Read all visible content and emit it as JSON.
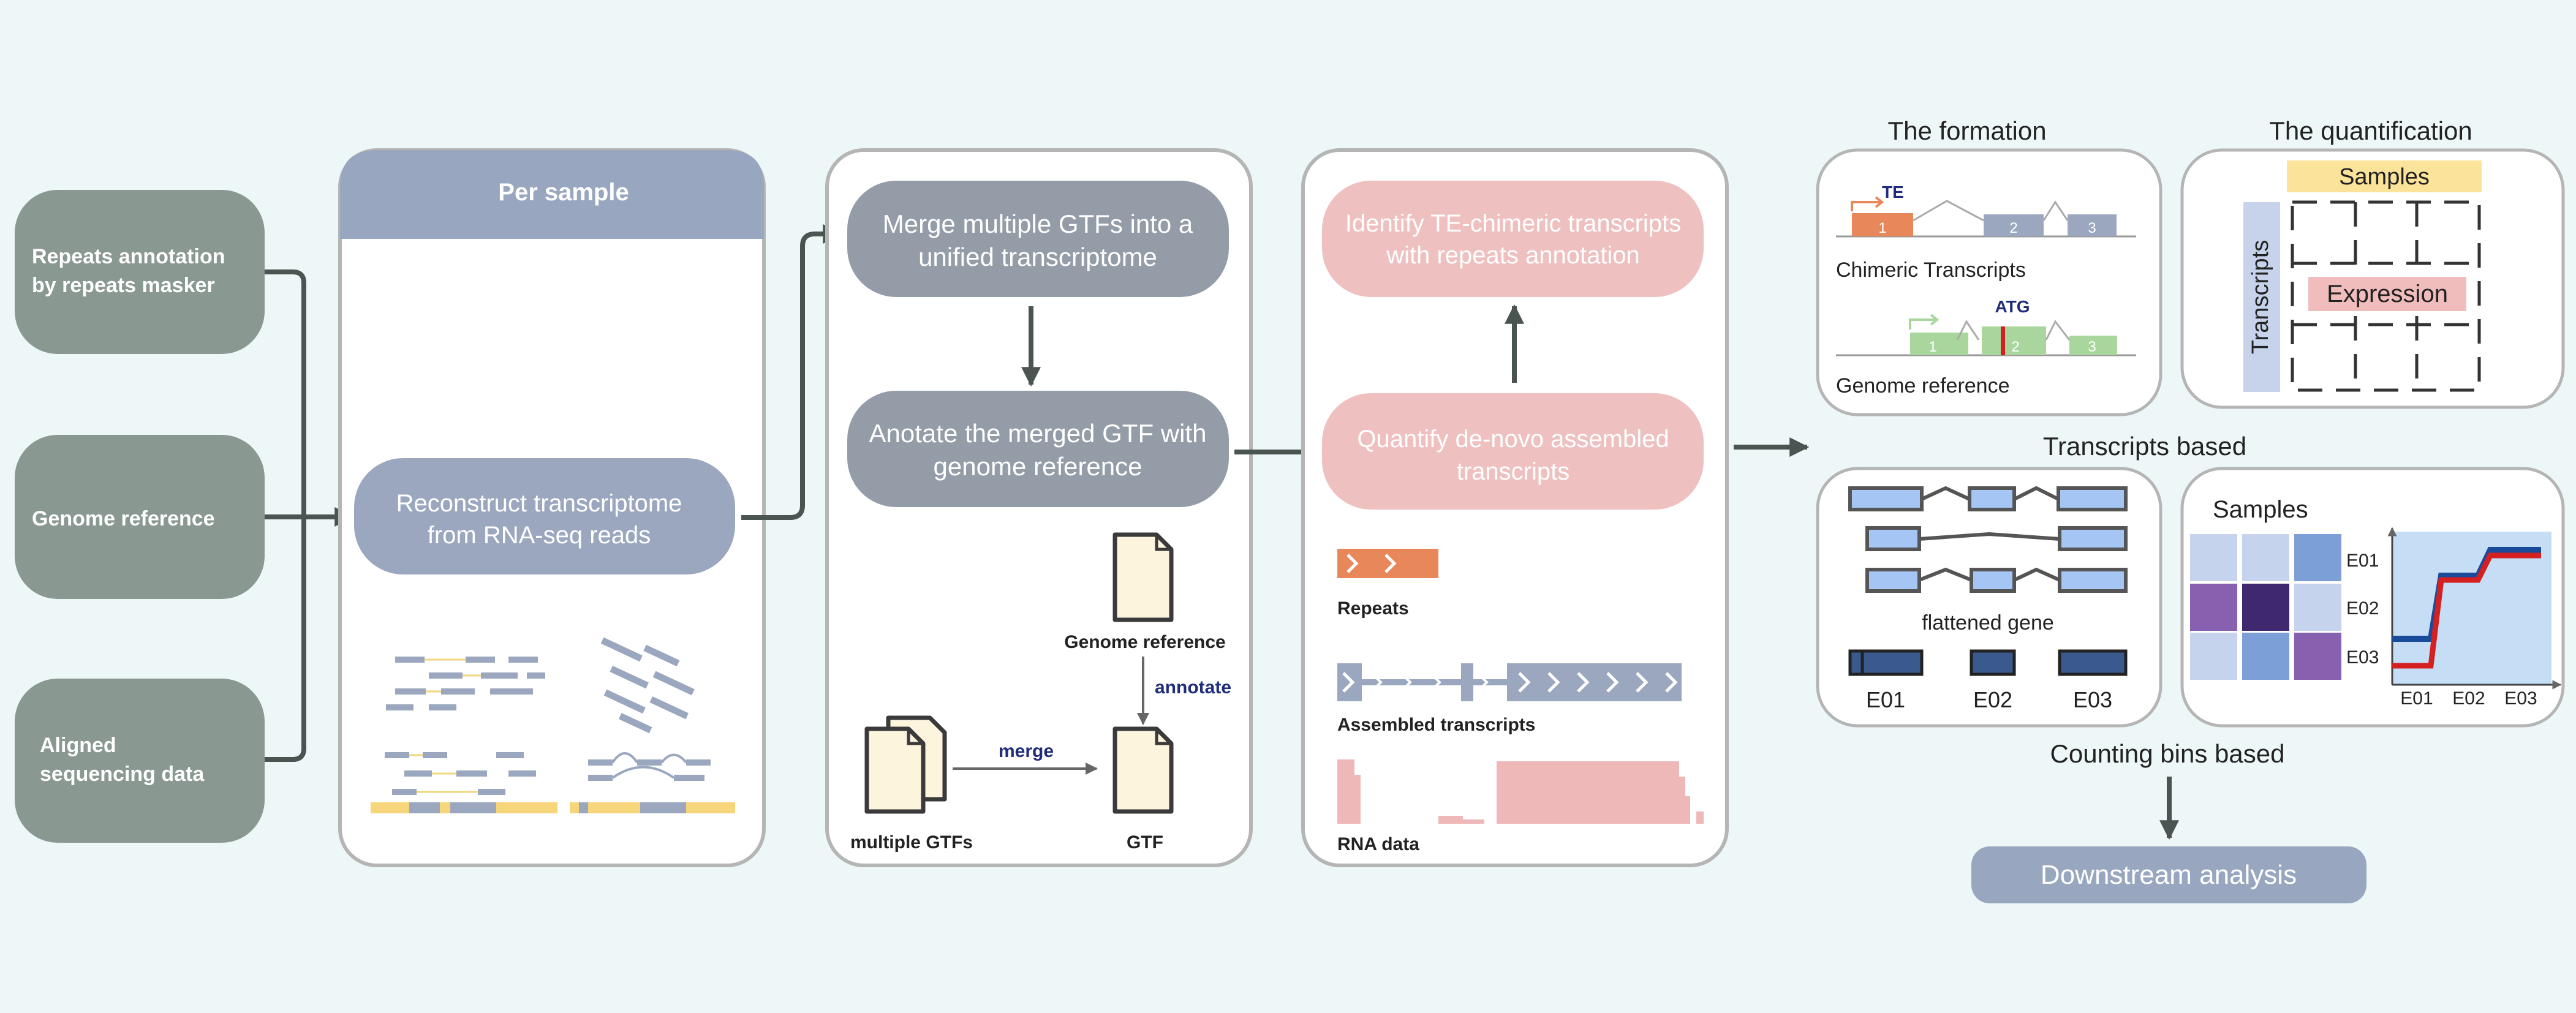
{
  "inputs": {
    "repeats": [
      "Repeats annotation",
      "by repeats masker"
    ],
    "genome": "Genome reference",
    "aligned": [
      "Aligned",
      "sequencing data"
    ]
  },
  "per_sample": {
    "header": "Per sample",
    "reconstruct": [
      "Reconstruct  transcriptome",
      "from RNA-seq reads"
    ]
  },
  "merge_panel": {
    "merge_box": [
      "Merge multiple GTFs into a",
      "unified transcriptome"
    ],
    "annotate_box": [
      "Anotate the merged GTF with",
      "genome reference"
    ],
    "genome_ref_label": "Genome reference",
    "annotate_label": "annotate",
    "merge_label": "merge",
    "multiple_gtfs_label": "multiple GTFs",
    "gtf_label": "GTF"
  },
  "te_panel": {
    "identify_box": [
      "Identify TE-chimeric transcripts",
      "with repeats annotation"
    ],
    "quantify_box": [
      "Quantify de-novo assembled",
      "transcripts"
    ],
    "repeats_label": "Repeats",
    "assembled_label": "Assembled transcripts",
    "rna_label": "RNA data"
  },
  "formation": {
    "title": "The formation",
    "te_label": "TE",
    "chimeric_label": "Chimeric Transcripts",
    "atg_label": "ATG",
    "genome_ref_label": "Genome reference",
    "exon_numbers": [
      "1",
      "2",
      "3"
    ]
  },
  "quantification": {
    "title": "The quantification",
    "samples_label": "Samples",
    "transcripts_label": "Transcripts",
    "expression_label": "Expression"
  },
  "transcripts_based": {
    "title": "Transcripts based"
  },
  "flattened": {
    "label": "flattened gene",
    "bins": [
      "E01",
      "E02",
      "E03"
    ]
  },
  "samples_panel": {
    "title": "Samples",
    "row_labels": [
      "E01",
      "E02",
      "E03"
    ],
    "x_ticks": [
      "E01",
      "E02",
      "E03"
    ]
  },
  "counting_bins": {
    "title": "Counting bins based"
  },
  "downstream": {
    "label": "Downstream analysis"
  },
  "colors": {
    "background": "#eef7f8",
    "input_box": "#8a9892",
    "sample_header": "#98a7bf",
    "process_box": "#9aa7bf",
    "merge_box": "#949ca8",
    "pink_box": "#efc0c0",
    "arrow": "#4a5552",
    "annotation_text": "#1f2c7a"
  }
}
